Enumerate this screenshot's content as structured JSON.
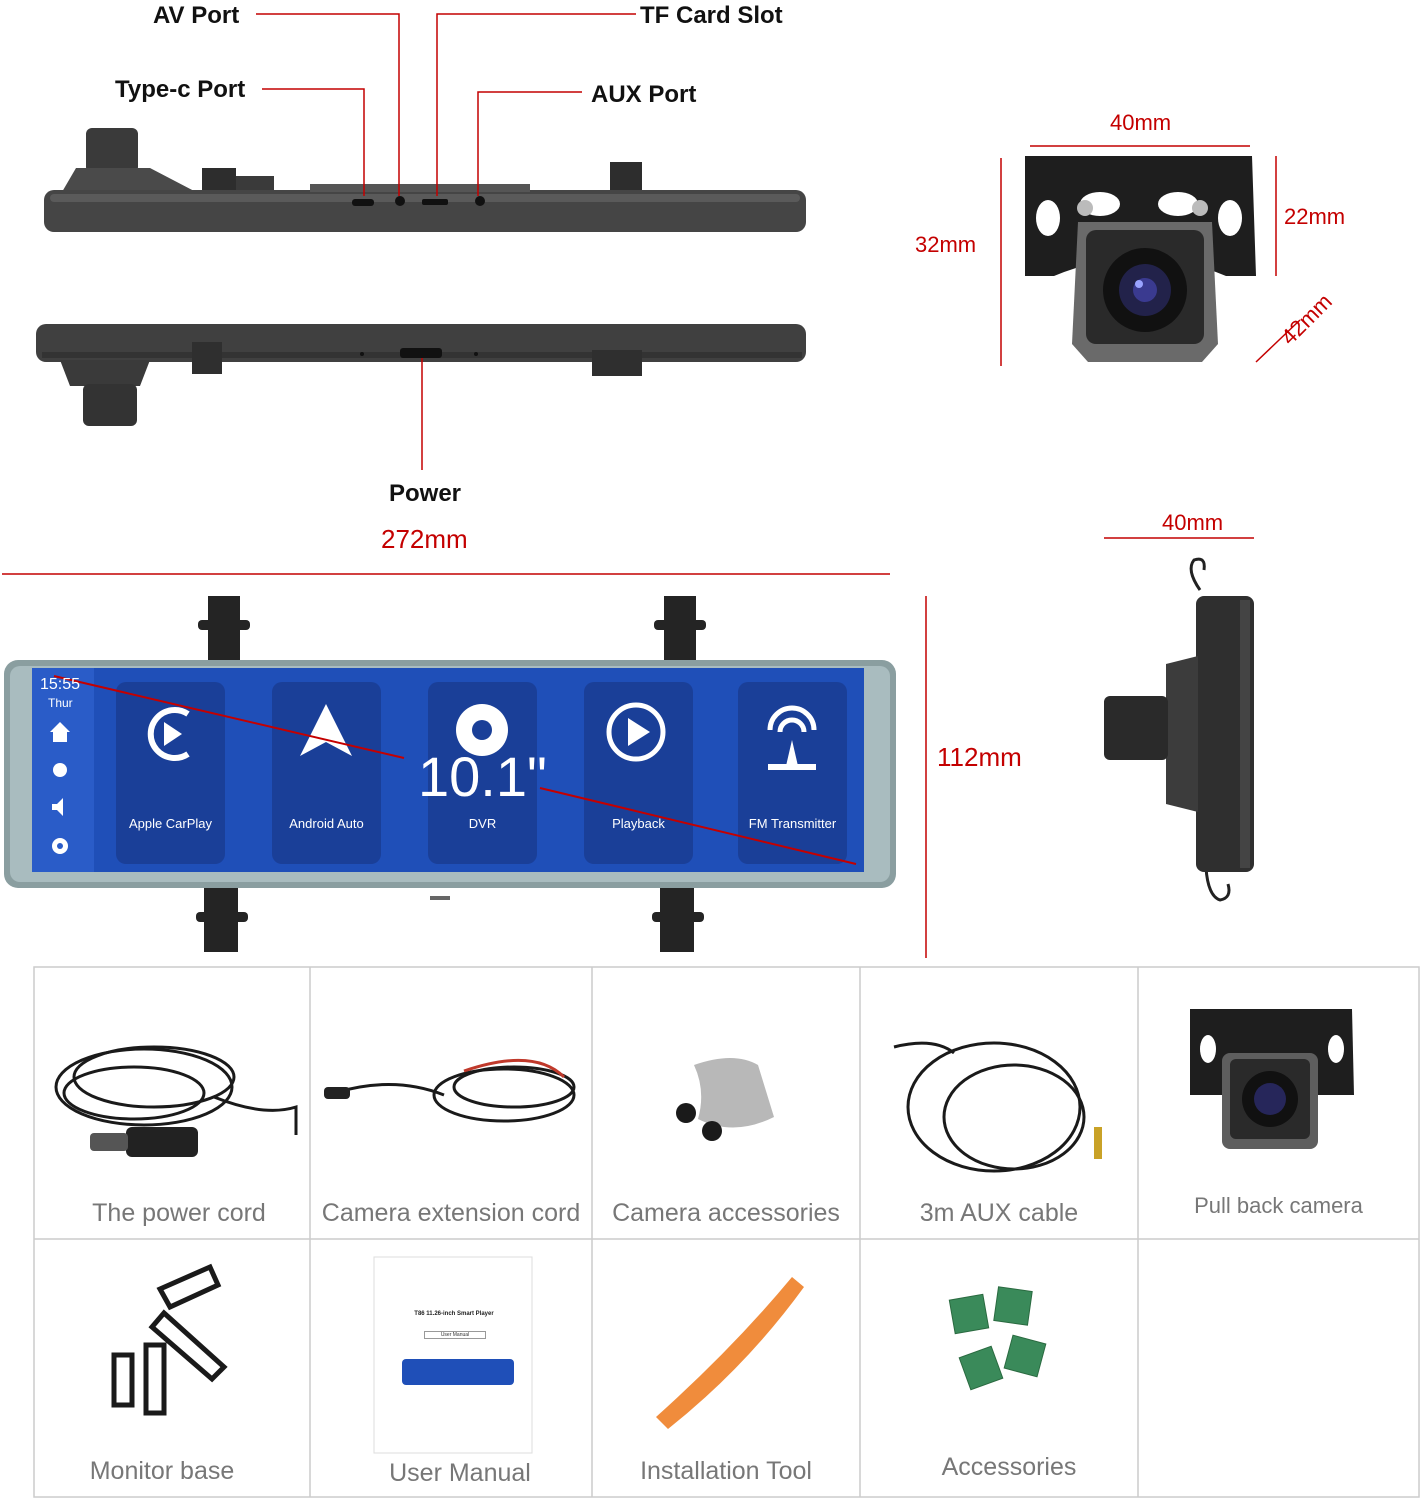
{
  "ports": {
    "av": "AV Port",
    "tf": "TF Card Slot",
    "typec": "Type-c Port",
    "aux": "AUX Port",
    "power": "Power"
  },
  "dimensions": {
    "cam_width_top": "40mm",
    "cam_height_left": "32mm",
    "cam_height_right": "22mm",
    "cam_depth": "42mm",
    "mirror_width": "272mm",
    "mirror_height": "112mm",
    "side_width": "40mm"
  },
  "screen": {
    "time": "15:55",
    "day": "Thur",
    "size": "10.1\"",
    "apps": [
      "Apple CarPlay",
      "Android Auto",
      "DVR",
      "Playback",
      "FM Transmitter"
    ]
  },
  "accessories": {
    "row1": [
      "The power cord",
      "Camera extension cord",
      "Camera accessories",
      "3m AUX cable",
      "Pull back camera"
    ],
    "row2": [
      "Monitor base",
      "User Manual",
      "Installation Tool",
      "Accessories"
    ]
  },
  "manual": {
    "title": "T86 11.26-inch Smart Player",
    "subtitle": "User Manual"
  },
  "colors": {
    "dimension_red": "#c40000",
    "screen_blue": "#1f4fb8",
    "tool_orange": "#f08c3c"
  }
}
